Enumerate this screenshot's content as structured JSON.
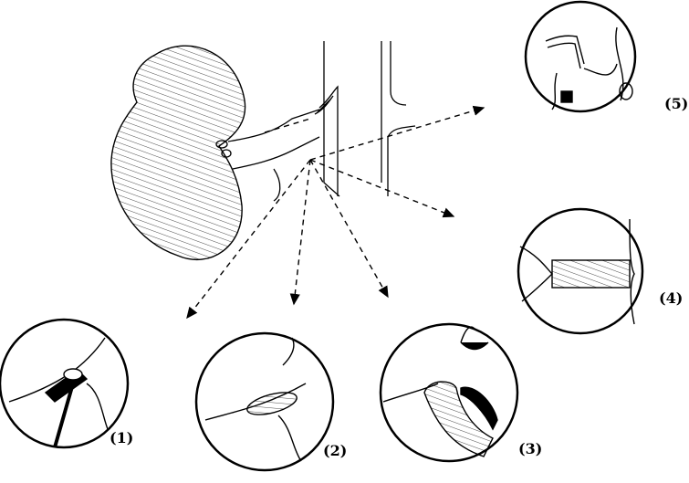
{
  "figure": {
    "panels": [
      {
        "label": "(1)"
      },
      {
        "label": "(2)"
      },
      {
        "label": "(3)"
      },
      {
        "label": "(4)"
      },
      {
        "label": "(5)"
      }
    ]
  },
  "colors": {
    "ink": "#000000",
    "paper": "#ffffff"
  }
}
